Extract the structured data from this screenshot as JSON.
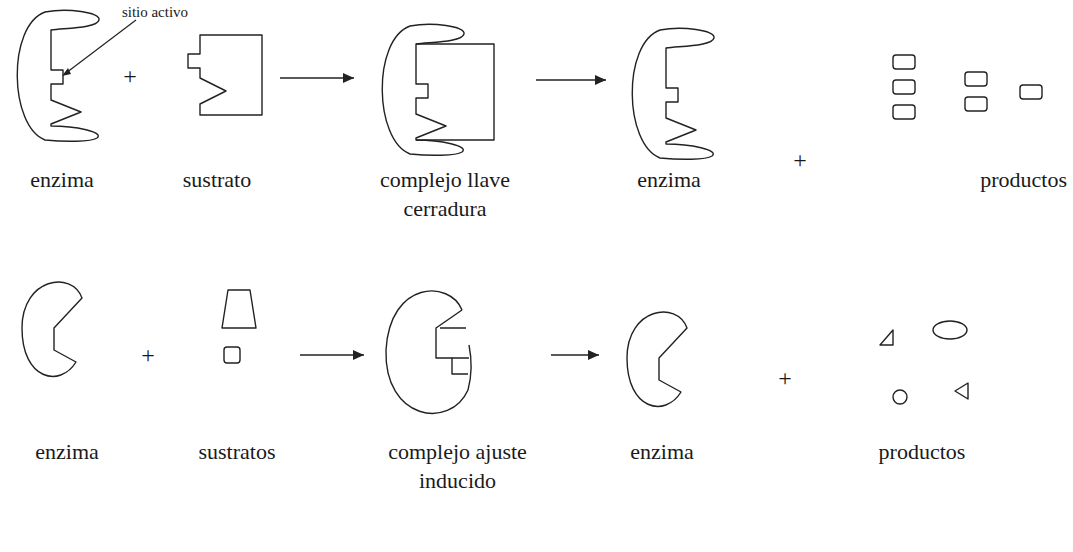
{
  "diagram": {
    "nodes": [
      {
        "text": [
          "enzima"
        ]
      },
      {
        "text": [
          "sustrato"
        ]
      },
      {
        "text": [
          "complejo llave cerradura"
        ]
      },
      {
        "text": [
          "enzima"
        ]
      },
      {
        "text": [
          "productos"
        ]
      },
      {
        "text": [
          "enzima"
        ]
      },
      {
        "text": [
          "sustratos"
        ]
      },
      {
        "text": [
          "complejo ajuste inducido"
        ]
      },
      {
        "text": [
          "enzima"
        ]
      },
      {
        "text": [
          "productos"
        ]
      }
    ],
    "edges": [
      {
        "from": 1,
        "to": 2,
        "arrow": "to"
      },
      {
        "from": 2,
        "to": 3,
        "arrow": "to"
      },
      {
        "from": 6,
        "to": 7,
        "arrow": "to"
      },
      {
        "from": 7,
        "to": 8,
        "arrow": "to"
      }
    ],
    "labels": [
      "sitio activo",
      "+",
      "+",
      "+",
      "+"
    ]
  }
}
